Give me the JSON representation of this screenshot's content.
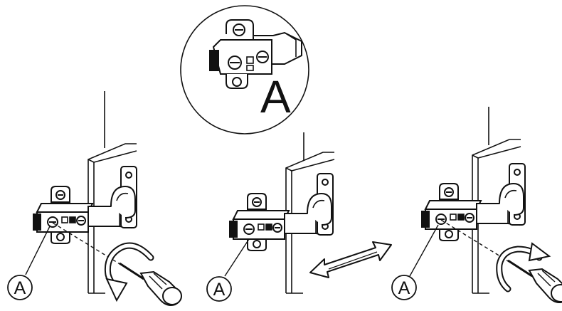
{
  "diagram": {
    "callout_label": "A",
    "panels": [
      {
        "label": "A",
        "action": "rotate-counterclockwise"
      },
      {
        "label": "A",
        "action": "adjust-depth"
      },
      {
        "label": "A",
        "action": "rotate-clockwise"
      }
    ]
  }
}
